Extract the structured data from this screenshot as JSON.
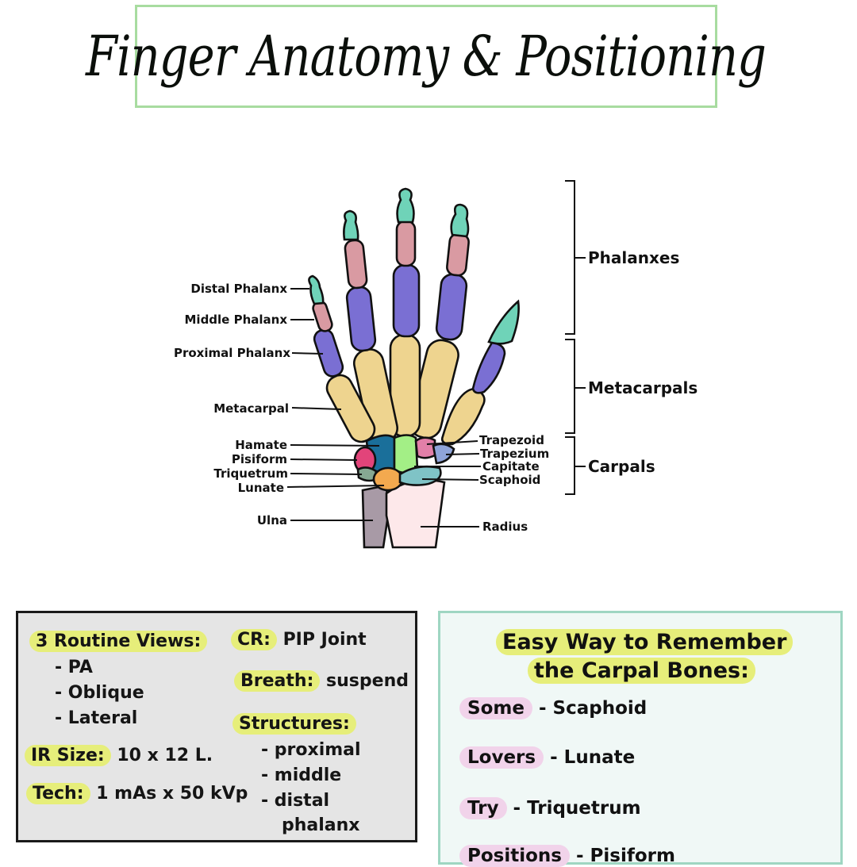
{
  "title": "Finger Anatomy & Positioning",
  "diagram": {
    "left_labels": {
      "distal": "Distal Phalanx",
      "middle": "Middle Phalanx",
      "proximal": "Proximal Phalanx",
      "metacarpal": "Metacarpal",
      "hamate": "Hamate",
      "pisiform": "Pisiform",
      "triquetrum": "Triquetrum",
      "lunate": "Lunate",
      "ulna": "Ulna"
    },
    "right_labels": {
      "trapezoid": "Trapezoid",
      "trapezium": "Trapezium",
      "capitate": "Capitate",
      "scaphoid": "Scaphoid",
      "radius": "Radius"
    },
    "groups": {
      "phalanxes": "Phalanxes",
      "metacarpals": "Metacarpals",
      "carpals": "Carpals"
    },
    "colors": {
      "distal": "#6fd3b8",
      "middle": "#d99aa2",
      "proximal": "#7a6fd3",
      "metacarpal": "#eed48f",
      "hamate": "#1a6f9a",
      "capitate": "#a3ef86",
      "pisiform": "#e2447a",
      "triquetrum": "#86a892",
      "lunate": "#f3a94f",
      "scaphoid": "#7fc3c6",
      "trapezoid": "#e27fa8",
      "trapezium": "#8fa4d9",
      "ulna": "#a89aa6",
      "radius": "#fde8ea"
    }
  },
  "positioning": {
    "routine_views_label": "3 Routine Views:",
    "routine_views": [
      "- PA",
      "- Oblique",
      "- Lateral"
    ],
    "ir_size_label": "IR Size:",
    "ir_size_value": "10 x 12 L.",
    "tech_label": "Tech:",
    "tech_value": "1 mAs x 50 kVp",
    "cr_label": "CR:",
    "cr_value": "PIP Joint",
    "breath_label": "Breath:",
    "breath_value": "suspend",
    "structures_label": "Structures:",
    "structures": [
      "- proximal",
      "- middle",
      "- distal",
      "phalanx"
    ]
  },
  "mnemonic": {
    "title_line1": "Easy Way to Remember",
    "title_line2": "the Carpal Bones:",
    "items": [
      {
        "word": "Some",
        "bone": "- Scaphoid"
      },
      {
        "word": "Lovers",
        "bone": "- Lunate"
      },
      {
        "word": "Try",
        "bone": "- Triquetrum"
      },
      {
        "word": "Positions",
        "bone": "- Pisiform"
      }
    ]
  }
}
